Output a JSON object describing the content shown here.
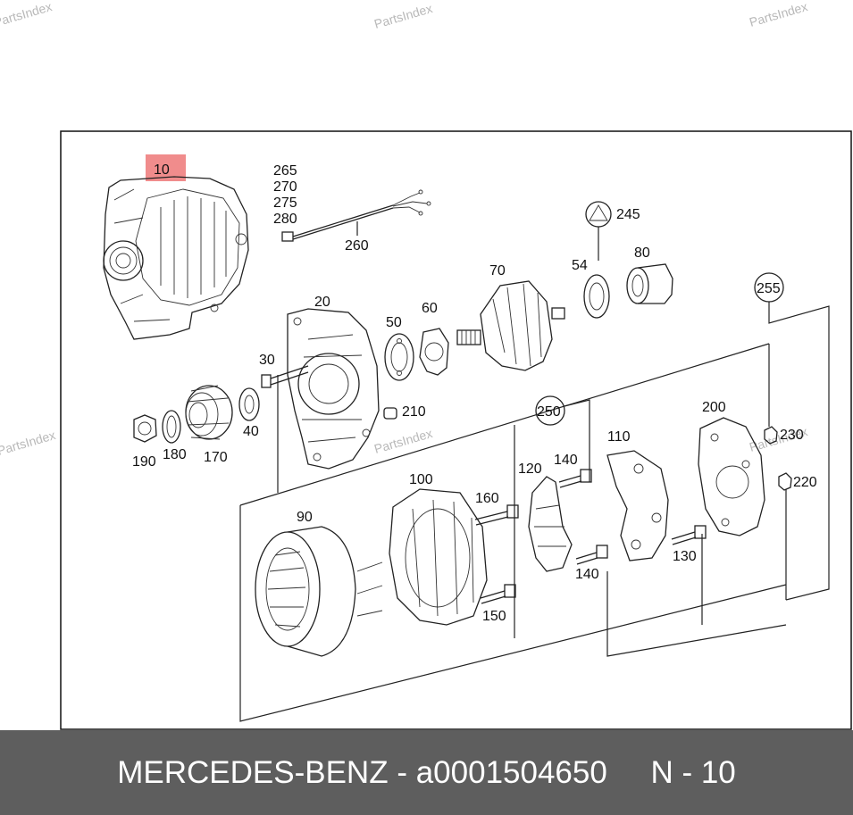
{
  "watermark": "PartsIndex",
  "highlight_callout": "10",
  "callouts": {
    "c10": "10",
    "c20": "20",
    "c30": "30",
    "c40": "40",
    "c50": "50",
    "c54": "54",
    "c60": "60",
    "c70": "70",
    "c80": "80",
    "c90": "90",
    "c100": "100",
    "c110": "110",
    "c120": "120",
    "c130": "130",
    "c140a": "140",
    "c140b": "140",
    "c150": "150",
    "c160": "160",
    "c170": "170",
    "c180": "180",
    "c190": "190",
    "c200": "200",
    "c210": "210",
    "c220": "220",
    "c230": "230",
    "c245": "245",
    "c250": "250",
    "c255": "255",
    "c260": "260",
    "c265": "265",
    "c270": "270",
    "c275": "275",
    "c280": "280"
  },
  "footer": {
    "brand": "MERCEDES-BENZ",
    "separator": " - ",
    "part_number": "a0001504650",
    "position_label": "N - 10"
  },
  "colors": {
    "highlight": "#f08c8c",
    "footer_bg": "#5e5e5e"
  }
}
